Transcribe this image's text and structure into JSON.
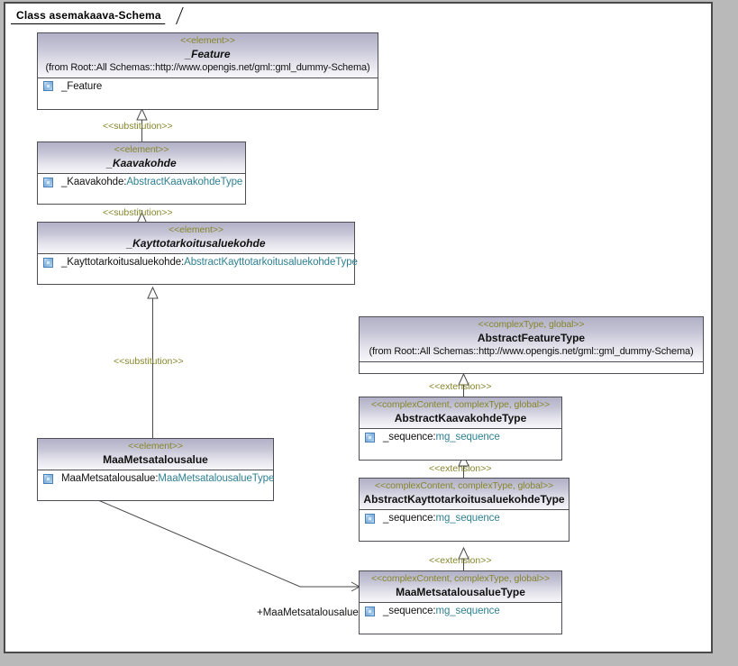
{
  "diagram": {
    "title": "Class asemakaava-Schema",
    "colors": {
      "stereotype": "#85852b",
      "type_name": "#2f8091",
      "border": "#4e4e55",
      "header_top": "#b2b0c6",
      "header_bottom": "#f7f7fa",
      "canvas_background": "#b9b9b9",
      "frame_background": "#ffffff"
    }
  },
  "classes": [
    {
      "id": "feature",
      "stereotype": "<<element>>",
      "name": "_Feature",
      "abstract": true,
      "from": "(from Root::All Schemas::http://www.opengis.net/gml::gml_dummy-Schema)",
      "attributes": [
        {
          "icon": "attribute-icon",
          "name": "_Feature",
          "type": ""
        }
      ]
    },
    {
      "id": "kaavakohde",
      "stereotype": "<<element>>",
      "name": "_Kaavakohde",
      "abstract": true,
      "from": "",
      "attributes": [
        {
          "icon": "attribute-icon",
          "name": "_Kaavakohde:",
          "type": "AbstractKaavakohdeType"
        }
      ]
    },
    {
      "id": "kayttotarkoitusaluekohde",
      "stereotype": "<<element>>",
      "name": "_Kayttotarkoitusaluekohde",
      "abstract": true,
      "from": "",
      "attributes": [
        {
          "icon": "attribute-icon",
          "name": "_Kayttotarkoitusaluekohde:",
          "type": "AbstractKayttotarkoitusaluekohdeType"
        }
      ]
    },
    {
      "id": "maametsatalousalue",
      "stereotype": "<<element>>",
      "name": "MaaMetsatalousalue",
      "abstract": false,
      "from": "",
      "attributes": [
        {
          "icon": "attribute-icon",
          "name": "MaaMetsatalousalue:",
          "type": "MaaMetsatalousalueType"
        }
      ]
    },
    {
      "id": "abstractfeaturetype",
      "stereotype": "<<complexType, global>>",
      "name": "AbstractFeatureType",
      "abstract": false,
      "from": "(from Root::All Schemas::http://www.opengis.net/gml::gml_dummy-Schema)",
      "attributes": []
    },
    {
      "id": "abstractkaavakohdetype",
      "stereotype": "<<complexContent, complexType, global>>",
      "name": "AbstractKaavakohdeType",
      "abstract": false,
      "from": "",
      "attributes": [
        {
          "icon": "attribute-icon",
          "name": "_sequence:",
          "type": "mg_sequence"
        }
      ]
    },
    {
      "id": "abstractkayttotarkoitusaluekohdetype",
      "stereotype": "<<complexContent, complexType, global>>",
      "name": "AbstractKayttotarkoitusaluekohdeType",
      "abstract": false,
      "from": "",
      "attributes": [
        {
          "icon": "attribute-icon",
          "name": "_sequence:",
          "type": "mg_sequence"
        }
      ]
    },
    {
      "id": "maametsatalousaluetype",
      "stereotype": "<<complexContent, complexType, global>>",
      "name": "MaaMetsatalousalueType",
      "abstract": false,
      "from": "",
      "attributes": [
        {
          "icon": "attribute-icon",
          "name": "_sequence:",
          "type": "mg_sequence"
        }
      ]
    }
  ],
  "relationships": [
    {
      "id": "r1",
      "label": "<<substitution>>",
      "kind": "generalization",
      "from": "kaavakohde",
      "to": "feature"
    },
    {
      "id": "r2",
      "label": "<<substitution>>",
      "kind": "generalization",
      "from": "kayttotarkoitusaluekohde",
      "to": "kaavakohde"
    },
    {
      "id": "r3",
      "label": "<<substitution>>",
      "kind": "generalization",
      "from": "maametsatalousalue",
      "to": "kayttotarkoitusaluekohde"
    },
    {
      "id": "r4",
      "label": "<<extension>>",
      "kind": "generalization",
      "from": "abstractkaavakohdetype",
      "to": "abstractfeaturetype"
    },
    {
      "id": "r5",
      "label": "<<extension>>",
      "kind": "generalization",
      "from": "abstractkayttotarkoitusaluekohdetype",
      "to": "abstractkaavakohdetype"
    },
    {
      "id": "r6",
      "label": "<<extension>>",
      "kind": "generalization",
      "from": "maametsatalousaluetype",
      "to": "abstractkayttotarkoitusaluekohdetype"
    },
    {
      "id": "r7",
      "label": "+MaaMetsatalousalue",
      "kind": "association",
      "from": "maametsatalousalue",
      "to": "maametsatalousaluetype"
    }
  ]
}
